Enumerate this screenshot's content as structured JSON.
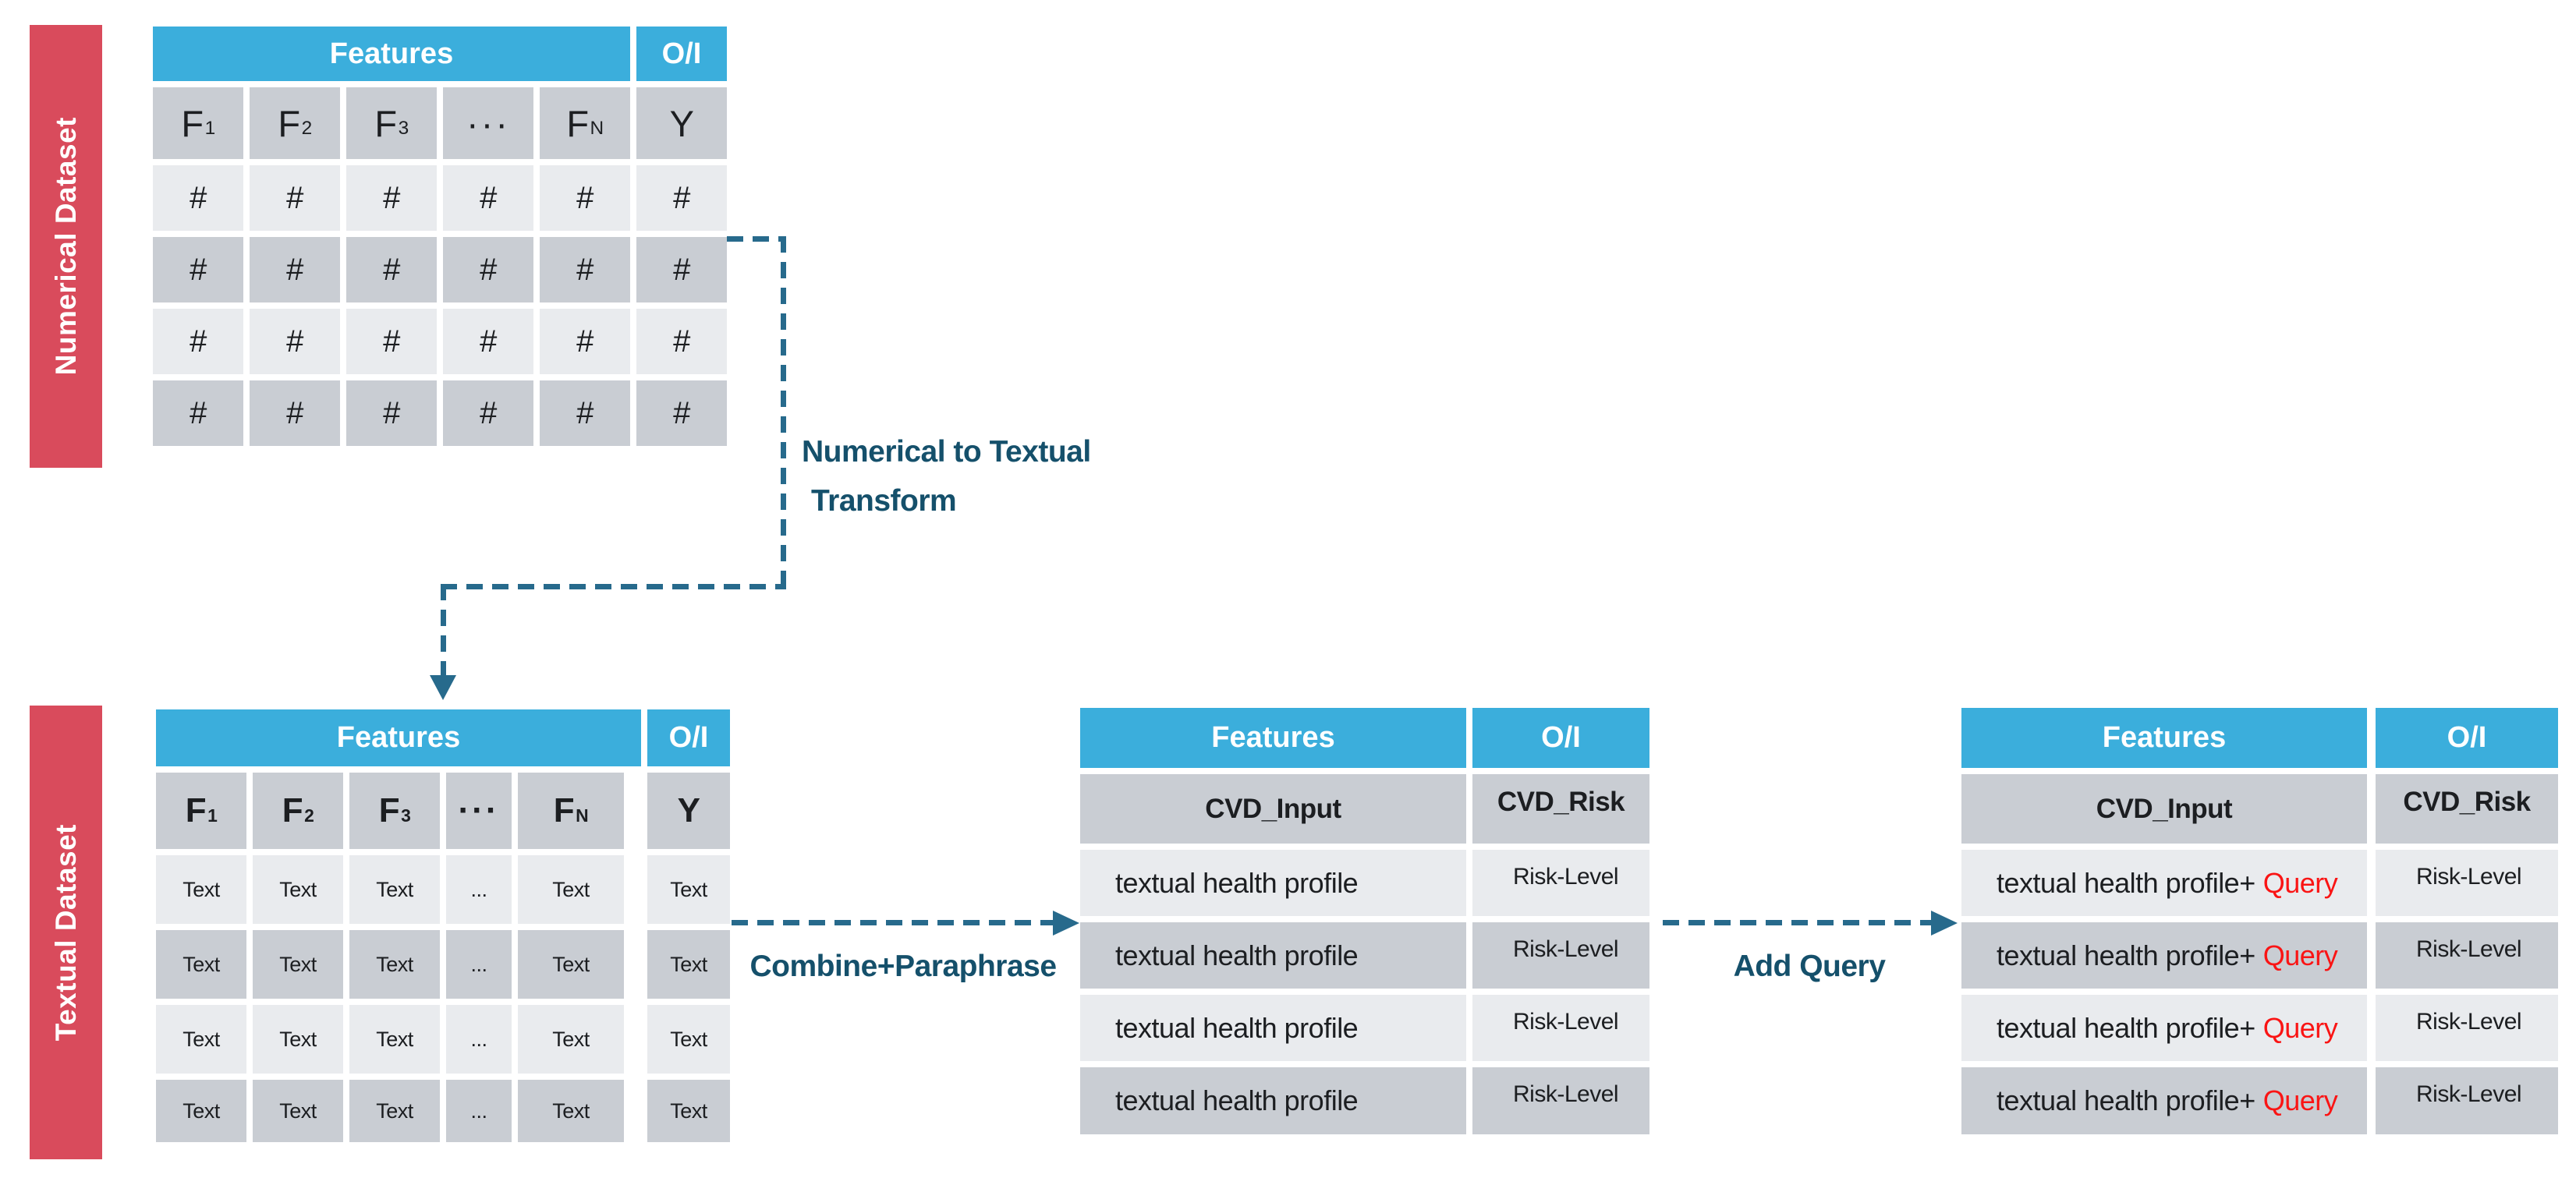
{
  "colors": {
    "header_blue": "#3BAEDC",
    "sidebar_red": "#D94B5C",
    "label_teal": "#15506B",
    "arrow_teal": "#276A8C",
    "query_red": "#FA1414",
    "row_light": "#E9EBEE",
    "row_dark": "#C9CDD3",
    "cell_text": "#1C1E21"
  },
  "flow": {
    "transform_label_line1": "Numerical to Textual",
    "transform_label_line2": "Transform",
    "combine_label": "Combine+Paraphrase",
    "add_query_label": "Add Query"
  },
  "numerical_section": {
    "side_label": "Numerical Dataset",
    "table": {
      "features_header": "Features",
      "oi_header": "O/I",
      "columns": [
        {
          "base": "F",
          "sub": "1"
        },
        {
          "base": "F",
          "sub": "2"
        },
        {
          "base": "F",
          "sub": "3"
        },
        {
          "base": "···",
          "sub": ""
        },
        {
          "base": "F",
          "sub": "N"
        },
        {
          "base": "Y",
          "sub": ""
        }
      ],
      "rows": [
        [
          "#",
          "#",
          "#",
          "#",
          "#",
          "#"
        ],
        [
          "#",
          "#",
          "#",
          "#",
          "#",
          "#"
        ],
        [
          "#",
          "#",
          "#",
          "#",
          "#",
          "#"
        ],
        [
          "#",
          "#",
          "#",
          "#",
          "#",
          "#"
        ]
      ]
    }
  },
  "textual_section": {
    "side_label": "Textual Dataset",
    "table": {
      "features_header": "Features",
      "oi_header": "O/I",
      "columns": [
        {
          "base": "F",
          "sub": "1"
        },
        {
          "base": "F",
          "sub": "2"
        },
        {
          "base": "F",
          "sub": "3"
        },
        {
          "base": "···",
          "sub": ""
        },
        {
          "base": "F",
          "sub": "N"
        },
        {
          "base": "Y",
          "sub": ""
        }
      ],
      "rows": [
        [
          "Text",
          "Text",
          "Text",
          "...",
          "Text",
          "Text"
        ],
        [
          "Text",
          "Text",
          "Text",
          "...",
          "Text",
          "Text"
        ],
        [
          "Text",
          "Text",
          "Text",
          "...",
          "Text",
          "Text"
        ],
        [
          "Text",
          "Text",
          "Text",
          "...",
          "Text",
          "Text"
        ]
      ]
    }
  },
  "combined_table": {
    "features_header": "Features",
    "oi_header": "O/I",
    "input_header": "CVD_Input",
    "output_header": "CVD_Risk",
    "rows": [
      {
        "input": "textual health profile",
        "output": "Risk-Level"
      },
      {
        "input": "textual health profile",
        "output": "Risk-Level"
      },
      {
        "input": "textual health profile",
        "output": "Risk-Level"
      },
      {
        "input": "textual health profile",
        "output": "Risk-Level"
      }
    ]
  },
  "query_table": {
    "features_header": "Features",
    "oi_header": "O/I",
    "input_header": "CVD_Input",
    "output_header": "CVD_Risk",
    "rows": [
      {
        "input_prefix": "textual health profile+",
        "input_query": "Query",
        "output": "Risk-Level"
      },
      {
        "input_prefix": "textual health profile+",
        "input_query": "Query",
        "output": "Risk-Level"
      },
      {
        "input_prefix": "textual health profile+",
        "input_query": "Query",
        "output": "Risk-Level"
      },
      {
        "input_prefix": "textual health profile+",
        "input_query": "Query",
        "output": "Risk-Level"
      }
    ]
  }
}
